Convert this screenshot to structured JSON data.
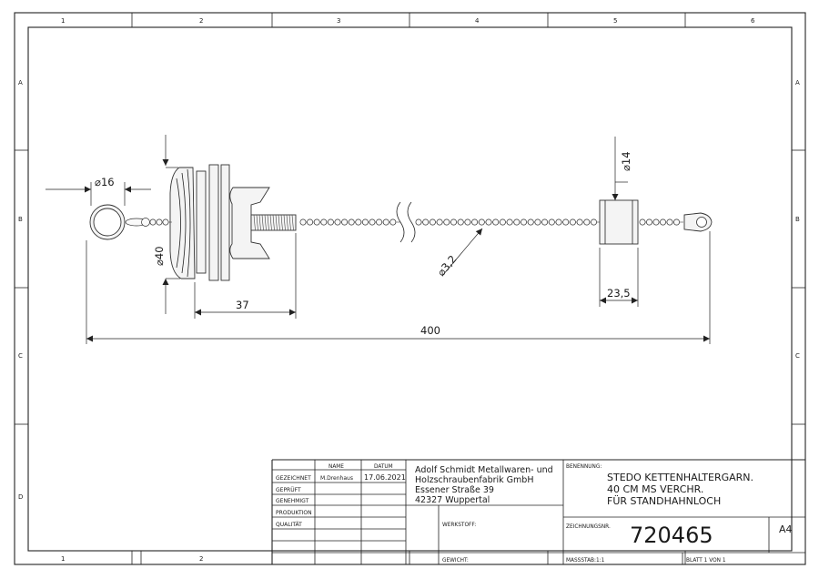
{
  "zone_columns": [
    "1",
    "2",
    "3",
    "4",
    "5",
    "6"
  ],
  "zone_rows": [
    "A",
    "B",
    "C",
    "D"
  ],
  "dimensions": {
    "ring_dia": "16",
    "plug_dia": "40",
    "shaft_len": "37",
    "total_len": "400",
    "bead_dia": "3,2",
    "weight_dia": "14",
    "weight_len": "23,5"
  },
  "symbols": {
    "diameter": "⌀"
  },
  "title_block": {
    "header_name": "NAME",
    "header_date": "DATUM",
    "rows": [
      "GEZEICHNET",
      "GEPRÜFT",
      "GENEHMIGT",
      "PRODUKTION",
      "QUALITÄT"
    ],
    "drawn_by": "M.Drenhaus",
    "drawn_date": "17.06.2021",
    "company_lines": [
      "Adolf Schmidt Metallwaren- und",
      "Holzschraubenfabrik GmbH",
      "Essener Straße 39",
      "42327 Wuppertal"
    ],
    "benennung_label": "BENENNUNG:",
    "title_lines": [
      "STEDO KETTENHALTERGARN.",
      "40 CM MS VERCHR.",
      "FÜR STANDHAHNLOCH"
    ],
    "werkstoff_label": "WERKSTOFF:",
    "zeichnungsnr_label": "ZEICHNUNGSNR.",
    "drawing_number": "720465",
    "format": "A4",
    "gewicht_label": "GEWICHT:",
    "massstab": "MASSSTAB:1:1",
    "blatt": "BLATT 1 VON 1"
  }
}
